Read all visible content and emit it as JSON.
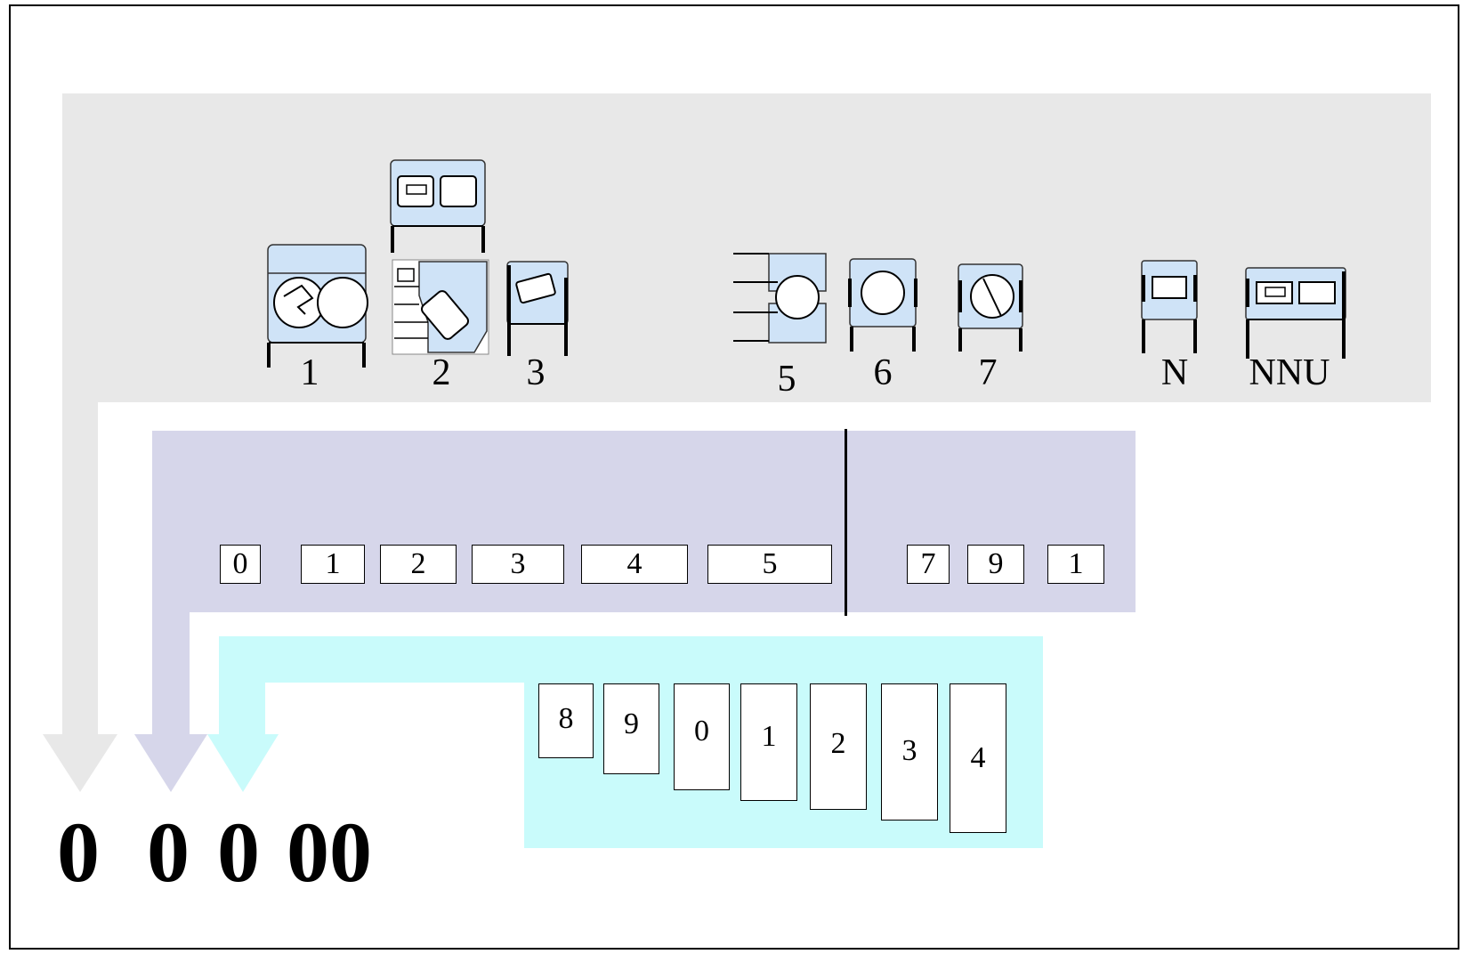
{
  "type_labels": [
    "1",
    "2",
    "3",
    "5",
    "6",
    "7",
    "N",
    "NNU"
  ],
  "series_row": {
    "width_series": [
      "0",
      "1",
      "2",
      "3",
      "4",
      "5"
    ],
    "angular_series": [
      "7",
      "9",
      "1"
    ]
  },
  "diameter_series": [
    "8",
    "9",
    "0",
    "1",
    "2",
    "3",
    "4"
  ],
  "code": {
    "type_digit": "0",
    "width_digit": "0",
    "diameter_digit": "0",
    "bore": "00"
  },
  "colors": {
    "type_band": "#e8e8e8",
    "series_band": "#d6d6ea",
    "diameter_band": "#c9fbfb",
    "bearing_ring": "#cfe3f7"
  }
}
